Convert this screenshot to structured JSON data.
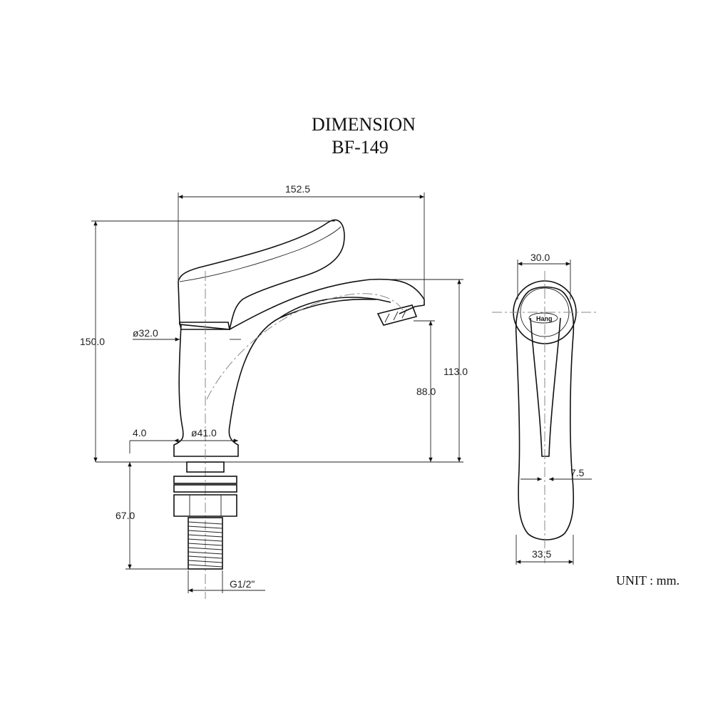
{
  "title": "DIMENSION",
  "model": "BF-149",
  "unit_note": "UNIT : mm.",
  "brand_mark": "Hang",
  "dimensions": {
    "overall_length": "152.5",
    "overall_height": "150.0",
    "body_diameter": "ø32.0",
    "base_diameter": "ø41.0",
    "base_thickness": "4.0",
    "spout_height": "113.0",
    "outlet_height": "88.0",
    "shank_length": "67.0",
    "thread": "G1/2\"",
    "handle_width": "30.0",
    "handle_tip": "7.5",
    "side_width": "33.5"
  }
}
